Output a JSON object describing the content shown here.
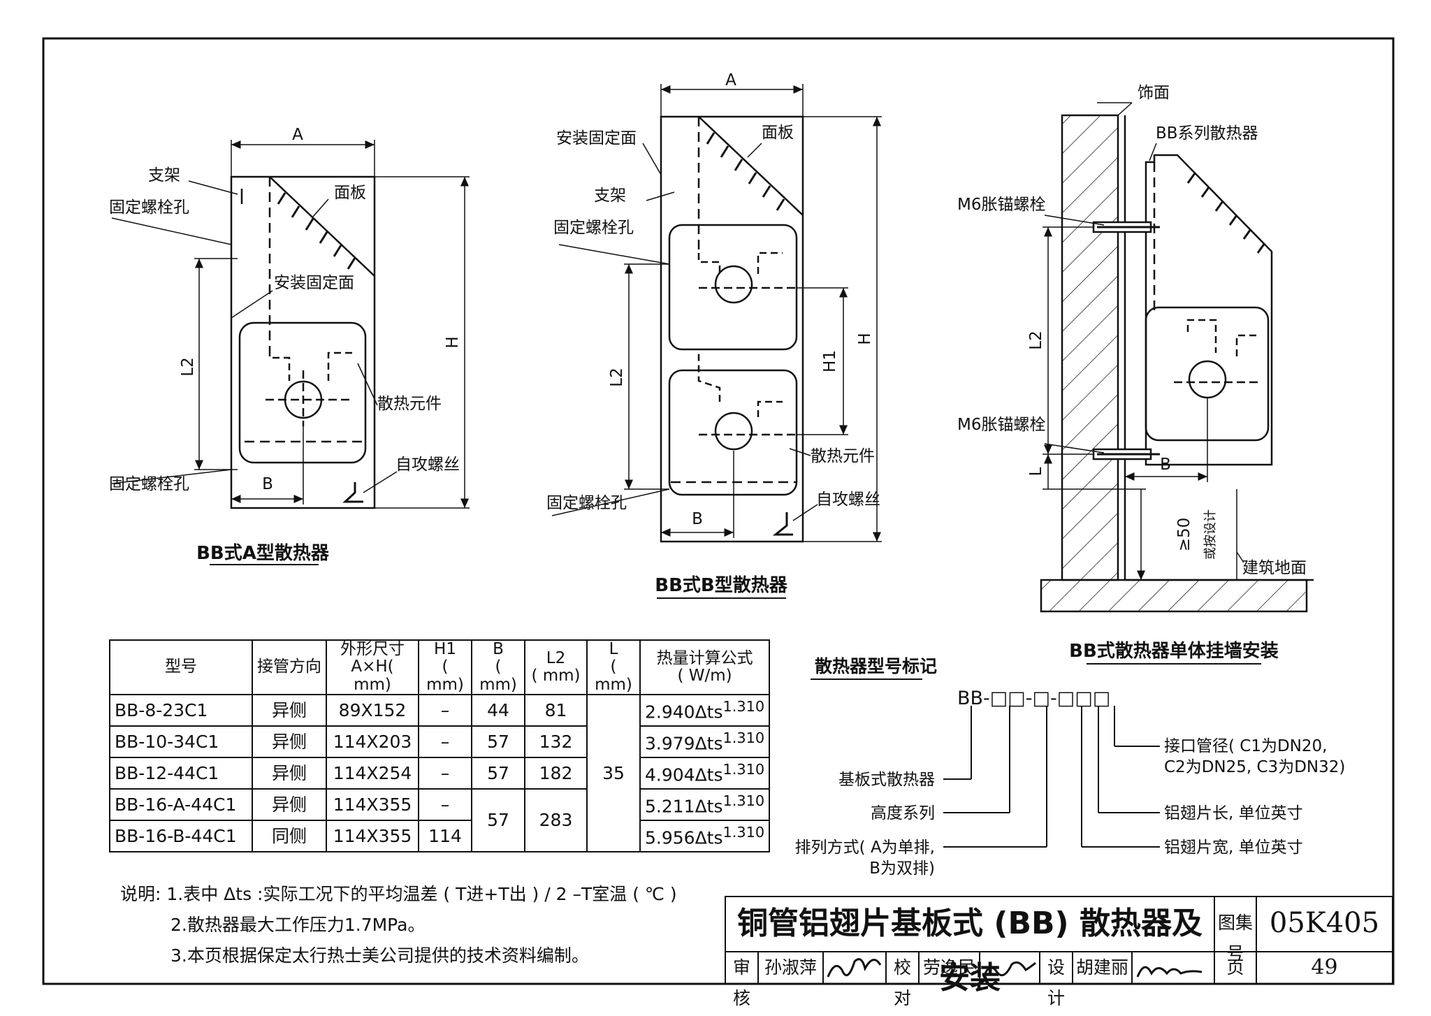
{
  "drawings": {
    "type_a": {
      "caption": "BB式A型散热器",
      "labels": {
        "dim_a": "A",
        "bracket": "支架",
        "bolt_hole_top": "固定螺栓孔",
        "panel": "面板",
        "mount_face": "安装固定面",
        "dim_l2": "L2",
        "dim_h": "H",
        "element": "散热元件",
        "bolt_hole_bottom": "固定螺栓孔",
        "dim_b": "B",
        "screw": "自攻螺丝"
      }
    },
    "type_b": {
      "caption": "BB式B型散热器",
      "labels": {
        "dim_a": "A",
        "mount_face": "安装固定面",
        "panel": "面板",
        "bracket": "支架",
        "bolt_hole_top": "固定螺栓孔",
        "dim_h1": "H1",
        "dim_l2": "L2",
        "dim_h": "H",
        "element": "散热元件",
        "bolt_hole_bottom": "固定螺栓孔",
        "dim_b": "B",
        "screw": "自攻螺丝"
      }
    },
    "wall_mount": {
      "caption": "BB式散热器单体挂墙安装",
      "labels": {
        "finish": "饰面",
        "series": "BB系列散热器",
        "anchor_top": "M6胀锚螺栓",
        "dim_l2": "L2",
        "anchor_bottom": "M6胀锚螺栓",
        "dim_b": "B",
        "dim_l": "L",
        "gap": "≥50",
        "gap_note": "或按设计",
        "floor": "建筑地面"
      }
    }
  },
  "spec_table": {
    "headers": [
      "型号",
      "接管方向",
      "外形尺寸\nA×H( mm)",
      "H1\n( mm)",
      "B\n( mm)",
      "L2\n( mm)",
      "L\n( mm)",
      "热量计算公式\n( W/m)"
    ],
    "rows": [
      [
        "BB-8-23C1",
        "异侧",
        "89X152",
        "–",
        "44",
        "81",
        "2.940Δts",
        "1.310"
      ],
      [
        "BB-10-34C1",
        "异侧",
        "114X203",
        "–",
        "57",
        "132",
        "3.979Δts",
        "1.310"
      ],
      [
        "BB-12-44C1",
        "异侧",
        "114X254",
        "–",
        "57",
        "182",
        "4.904Δts",
        "1.310"
      ],
      [
        "BB-16-A-44C1",
        "异侧",
        "114X355",
        "–",
        "57",
        "283",
        "5.211Δts",
        "1.310"
      ],
      [
        "BB-16-B-44C1",
        "同侧",
        "114X355",
        "114",
        "",
        "",
        "5.956Δts",
        "1.310"
      ]
    ],
    "merged_l": "35"
  },
  "model_code": {
    "title": "散热器型号标记",
    "code": "BB-□□-□-□□□",
    "items": {
      "interface": "接口管径( C1为DN20,\nC2为DN25, C3为DN32)",
      "base": "基板式散热器",
      "height": "高度系列",
      "arrangement": "排列方式( A为单排,\nB为双排)",
      "fin_length": "铝翅片长, 单位英寸",
      "fin_width": "铝翅片宽, 单位英寸"
    }
  },
  "notes": [
    "说明: 1.表中 Δts :实际工况下的平均温差 ( T进+T出 ) / 2 –T室温 ( ℃ )",
    "2.散热器最大工作压力1.7MPa。",
    "3.本页根据保定太行热士美公司提供的技术资料编制。"
  ],
  "title_block": {
    "title": "铜管铝翅片基板式 (BB) 散热器及安装",
    "atlas_label": "图集号",
    "atlas_no": "05K405",
    "review_label": "审核",
    "reviewer": "孙淑萍",
    "check_label": "校对",
    "checker": "劳逸民",
    "design_label": "设计",
    "designer": "胡建丽",
    "page_label": "页",
    "page_no": "49"
  }
}
